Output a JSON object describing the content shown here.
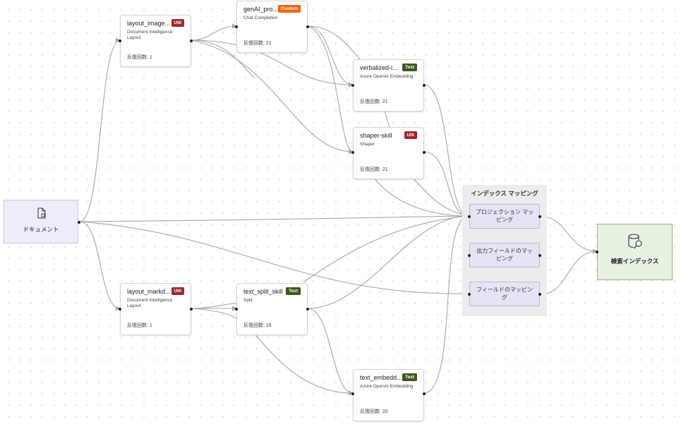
{
  "source": {
    "label": "ドキュメント",
    "icon": "document-icon"
  },
  "skills": [
    {
      "id": "layout-images",
      "title": "layout_image...",
      "badge": "Util",
      "badge_kind": "util",
      "sub": [
        "Document Intelligence",
        "Layout"
      ],
      "count_label": "反復回数",
      "count": "1"
    },
    {
      "id": "genai-prompt",
      "title": "genAI_pro...",
      "badge": "Custom",
      "badge_kind": "custom",
      "sub": [
        "Chat Completion"
      ],
      "count_label": "反復回数",
      "count": "21"
    },
    {
      "id": "verbalized-image",
      "title": "verbalized-i...",
      "badge": "Text",
      "badge_kind": "text",
      "sub": [
        "Azure OpenAI Embedding"
      ],
      "count_label": "反復回数",
      "count": "21"
    },
    {
      "id": "shaper",
      "title": "shaper-skill",
      "badge": "Util",
      "badge_kind": "util",
      "sub": [
        "Shaper"
      ],
      "count_label": "反復回数",
      "count": "21"
    },
    {
      "id": "layout-markdown",
      "title": "layout_markd...",
      "badge": "Util",
      "badge_kind": "util",
      "sub": [
        "Document Intelligence",
        "Layout"
      ],
      "count_label": "反復回数",
      "count": "1"
    },
    {
      "id": "text-split",
      "title": "text_split_skill",
      "badge": "Text",
      "badge_kind": "text",
      "sub": [
        "Split"
      ],
      "count_label": "反復回数",
      "count": "16"
    },
    {
      "id": "text-embedding",
      "title": "text_embedd...",
      "badge": "Text",
      "badge_kind": "text",
      "sub": [
        "Azure OpenAI Embedding"
      ],
      "count_label": "反復回数",
      "count": "20"
    }
  ],
  "mapping": {
    "title": "インデックス マッピング",
    "items": [
      "プロジェクション マッピング",
      "出力フィールドのマッピング",
      "フィールドのマッピング"
    ]
  },
  "target": {
    "label": "検索インデックス",
    "icon": "search-index-icon"
  },
  "colors": {
    "edge": "#a8a8a8",
    "util_badge": "#a4262c",
    "custom_badge": "#f7630c",
    "text_badge": "#3b5a1f",
    "source_fill": "#efecfa",
    "target_fill": "#e8f2e2",
    "mapping_fill": "#e6e4f4"
  }
}
